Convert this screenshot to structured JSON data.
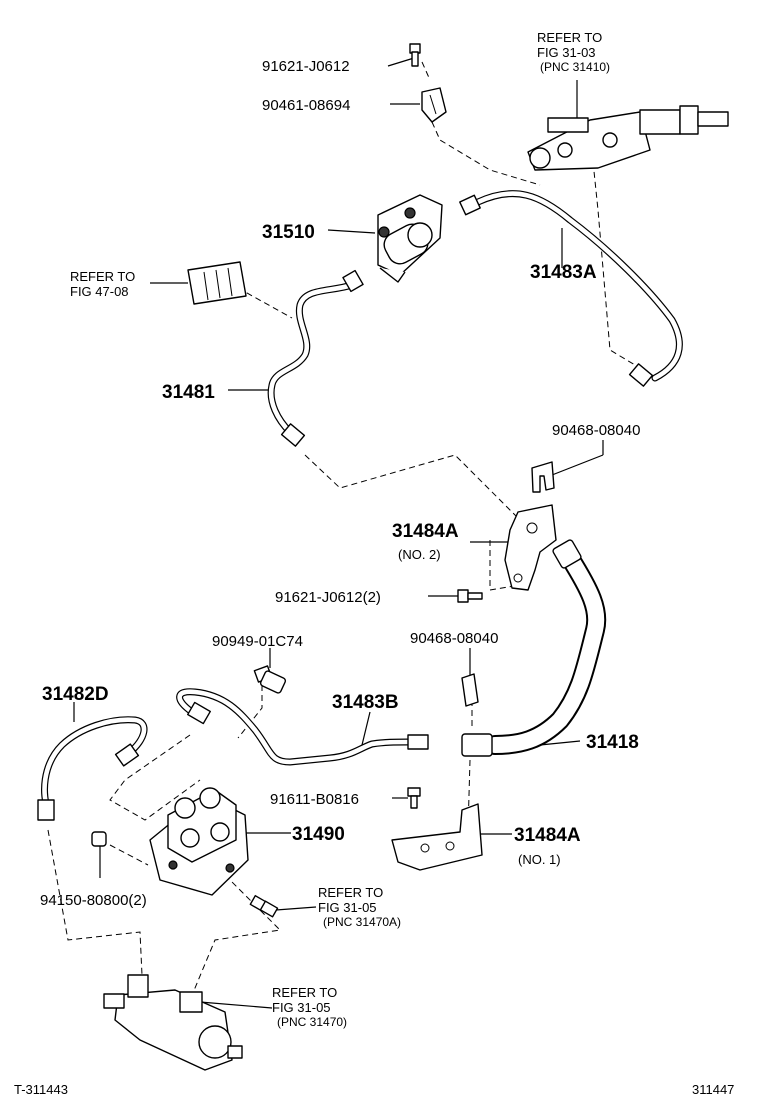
{
  "labels": {
    "p1": "91621-J0612",
    "p2": "90461-08694",
    "ref1_a": "REFER TO",
    "ref1_b": "FIG 31-03",
    "ref1_c": "(PNC 31410)",
    "p3": "31510",
    "p4": "31483A",
    "ref2_a": "REFER TO",
    "ref2_b": "FIG 47-08",
    "p5": "31481",
    "p6": "90468-08040",
    "p7": "31484A",
    "p7_note": "(NO. 2)",
    "p8": "91621-J0612(2)",
    "p9": "90949-01C74",
    "p10": "90468-08040",
    "p11": "31482D",
    "p12": "31483B",
    "p13": "31418",
    "p14": "91611-B0816",
    "p15": "31490",
    "p16": "31484A",
    "p16_note": "(NO. 1)",
    "p17": "94150-80800(2)",
    "ref3_a": "REFER TO",
    "ref3_b": "FIG 31-05",
    "ref3_c": "(PNC 31470A)",
    "ref4_a": "REFER TO",
    "ref4_b": "FIG 31-05",
    "ref4_c": "(PNC 31470)",
    "footer_left": "T-311443",
    "footer_right": "311447"
  },
  "icons": [
    "bolt-icon",
    "clip-icon",
    "master-cylinder-icon",
    "valve-icon",
    "pipe-icon",
    "hose-icon",
    "bracket-icon",
    "release-cylinder-icon"
  ]
}
